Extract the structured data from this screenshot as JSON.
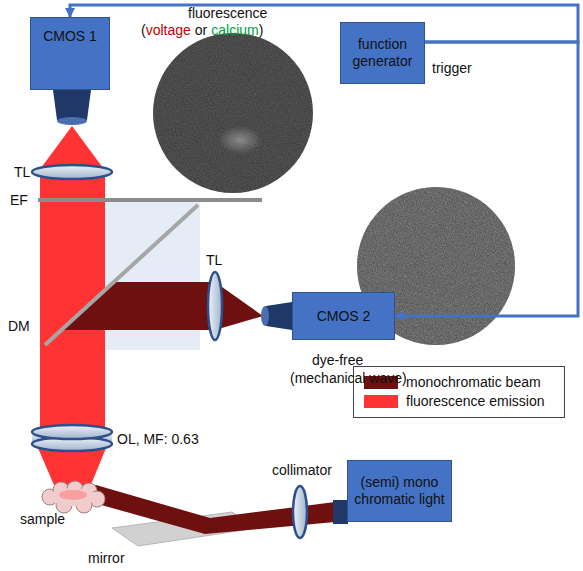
{
  "diagram": {
    "nodes": [
      {
        "text": [
          "CMOS 1"
        ]
      },
      {
        "text": [
          "function generator"
        ]
      },
      {
        "text": [
          "CMOS 2"
        ]
      },
      {
        "text": [
          "(semi) mono chromatic light"
        ]
      }
    ],
    "edges": [
      {
        "from": 1,
        "to": 0,
        "arrow": "to"
      },
      {
        "from": 1,
        "to": 2,
        "arrow": "to"
      }
    ],
    "labels": [
      "fluorescence",
      "(",
      "voltage",
      "or",
      "calcium",
      ")",
      "trigger",
      "TL",
      "EF",
      "TL",
      "DM",
      "dye-free",
      "(mechanical wave)",
      "OL, MF: 0.63",
      "sample",
      "collimator",
      "mirror"
    ],
    "legend": [
      {
        "text": "monochromatic beam",
        "color": "#6e1010"
      },
      {
        "text": "fluorescence emission",
        "color": "#ff3333"
      }
    ]
  }
}
